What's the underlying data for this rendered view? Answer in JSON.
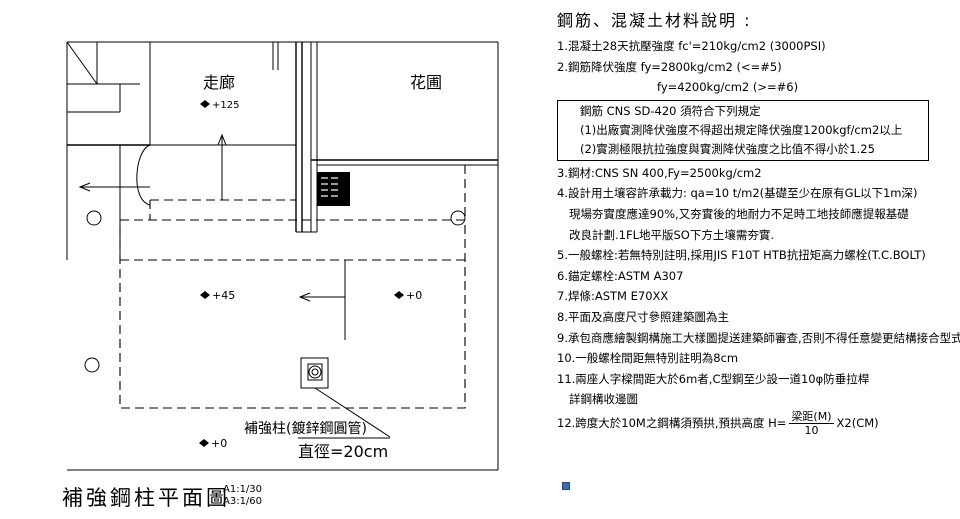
{
  "plan": {
    "room_corridor": "走廊",
    "room_garden": "花圃",
    "level_corridor": "+125",
    "level_left": "+45",
    "level_right": "+0",
    "level_bottom": "+0",
    "column_label": "補強柱(鍍鋅鋼圓管)",
    "diameter_label": "直徑=20cm",
    "title": "補強鋼柱平面圖",
    "scale_a1": "A1:1/30",
    "scale_a3": "A3:1/60"
  },
  "notes": {
    "title": "鋼筋、混凝土材料說明 :",
    "item1": "1.混凝土28天抗壓強度 fc'=210kg/cm2 (3000PSI)",
    "item2a": "2.鋼筋降伏強度 fy=2800kg/cm2 (<=#5)",
    "item2b": "fy=4200kg/cm2 (>=#6)",
    "box_line1": "鋼筋 CNS SD-420 須符合下列規定",
    "box_line2": "(1)出廠實測降伏強度不得超出規定降伏強度1200kgf/cm2以上",
    "box_line3": "(2)實測極限抗拉強度與實測降伏強度之比值不得小於1.25",
    "item3": "3.鋼材:CNS SN 400,Fy=2500kg/cm2",
    "item4a": "4.設計用土壤容許承載力: qa=10 t/m2(基礎至少在原有GL以下1m深)",
    "item4b": "現場夯實度應達90%,又夯實後的地耐力不足時工地技師應提報基礎",
    "item4c": "改良計劃.1FL地平版SO下方土壤需夯實.",
    "item5": "5.一般螺栓:若無特別註明,採用JIS F10T HTB抗扭矩高力螺栓(T.C.BOLT)",
    "item6": "6.錨定螺栓:ASTM A307",
    "item7": "7.焊條:ASTM E70XX",
    "item8": "8.平面及高度尺寸參照建築圖為主",
    "item9": "9.承包商應繪製鋼構施工大樣圖提送建築師審查,否則不得任意變更結構接合型式",
    "item10": "10.一般螺栓間距無特別註明為8cm",
    "item11a": "11.兩座人字樑間距大於6m者,C型鋼至少設一道10φ防垂拉桿",
    "item11b": "詳鋼構收邊圖",
    "item12_prefix": "12.跨度大於10M之鋼構須預拱,預拱高度 H=",
    "item12_num": "梁距(M)",
    "item12_den": "10",
    "item12_suffix": "X2(CM)"
  }
}
